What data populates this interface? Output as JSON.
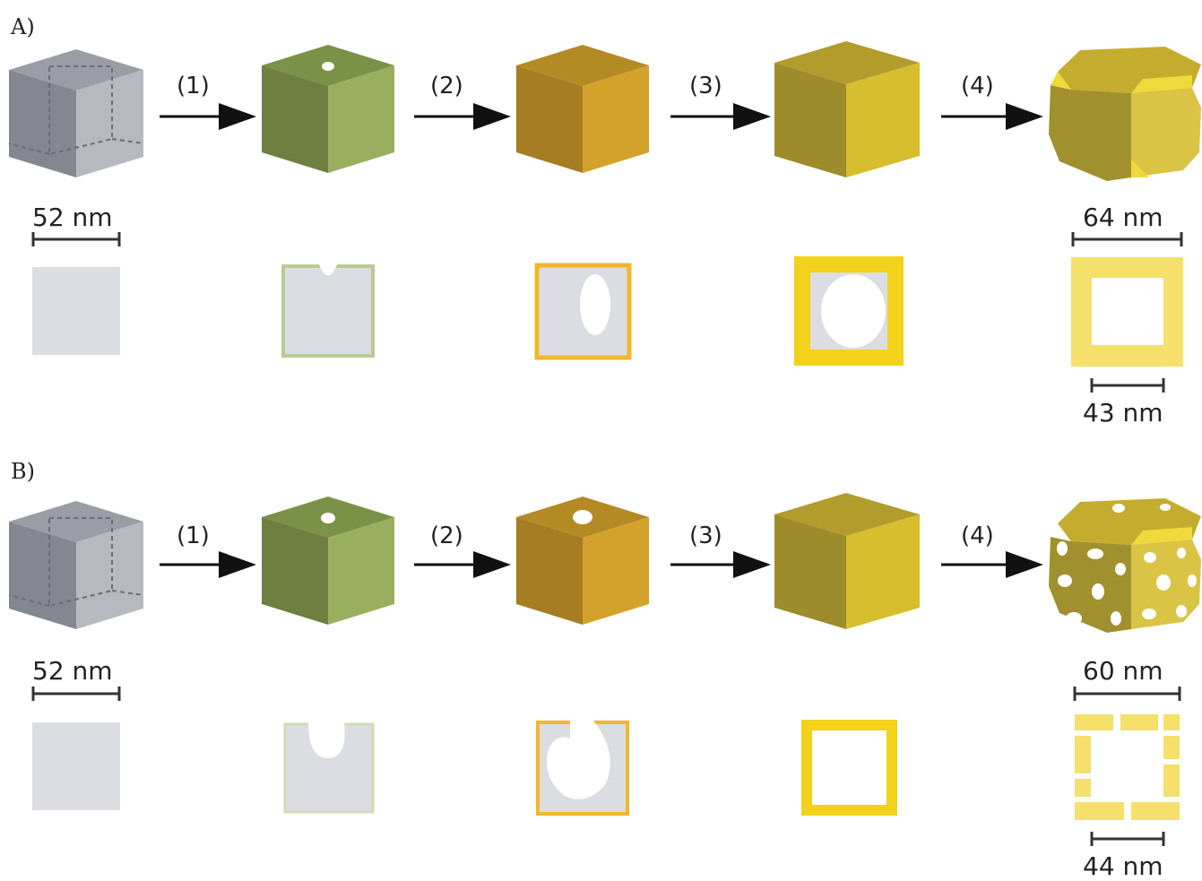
{
  "panels": [
    {
      "label": "A)",
      "steps": [
        "(1)",
        "(2)",
        "(3)",
        "(4)"
      ],
      "start_size": "52 nm",
      "end_size": "64 nm",
      "inner_size": "43 nm"
    },
    {
      "label": "B)",
      "steps": [
        "(1)",
        "(2)",
        "(3)",
        "(4)"
      ],
      "start_size": "52 nm",
      "end_size": "60 nm",
      "inner_size": "44 nm"
    }
  ],
  "colors": {
    "silver": "#b7b9c0",
    "silver_cross_section": "#dcdde2",
    "green": "#86a04d",
    "gold_dark": "#c9981f",
    "gold": "#c9ad28",
    "gold_final": "#d8c43a",
    "frame_green": "#b9cc8f",
    "frame_gold": "#f0b82a",
    "frame_yellow": "#f2d21a",
    "frame_final": "#f4e06a"
  }
}
